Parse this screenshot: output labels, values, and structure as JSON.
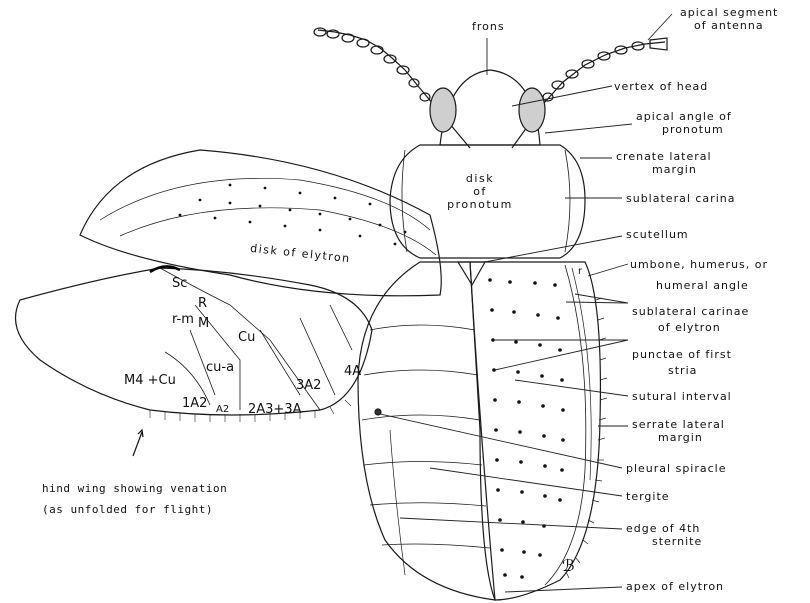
{
  "labels": {
    "frons": "frons",
    "apical_segment": [
      "apical segment",
      "of antenna"
    ],
    "vertex": "vertex of head",
    "apical_angle": [
      "apical angle of",
      "pronotum"
    ],
    "crenate": [
      "crenate lateral",
      "margin"
    ],
    "sublateral_carina": "sublateral carina",
    "scutellum": "scutellum",
    "umbone": [
      "umbone, humerus, or",
      "humeral angle"
    ],
    "sublateral_carinae": [
      "sublateral carinae",
      "of elytron"
    ],
    "punctae": [
      "punctae of first",
      "stria"
    ],
    "sutural": "sutural interval",
    "serrate": [
      "serrate lateral",
      "margin"
    ],
    "pleural": "pleural spiracle",
    "tergite": "tergite",
    "edge_sternite": [
      "edge of 4th",
      "sternite"
    ],
    "apex": "apex of elytron",
    "disk_pronotum": [
      "disk",
      "of",
      "pronotum"
    ],
    "disk_elytron": "disk of elytron"
  },
  "veins": {
    "sc": "Sc",
    "r": "R",
    "rm": "r-m",
    "m": "M",
    "cu": "Cu",
    "cua": "cu-a",
    "m4cu": "M4 +Cu",
    "1a2": "1A2",
    "a2": "A2",
    "2a3": "2A3+3A",
    "3a2": "3A2",
    "4a": "4A",
    "r_small": "r"
  },
  "caption": [
    "hind wing showing venation",
    "(as unfolded for flight)"
  ],
  "signature": "ℬ"
}
